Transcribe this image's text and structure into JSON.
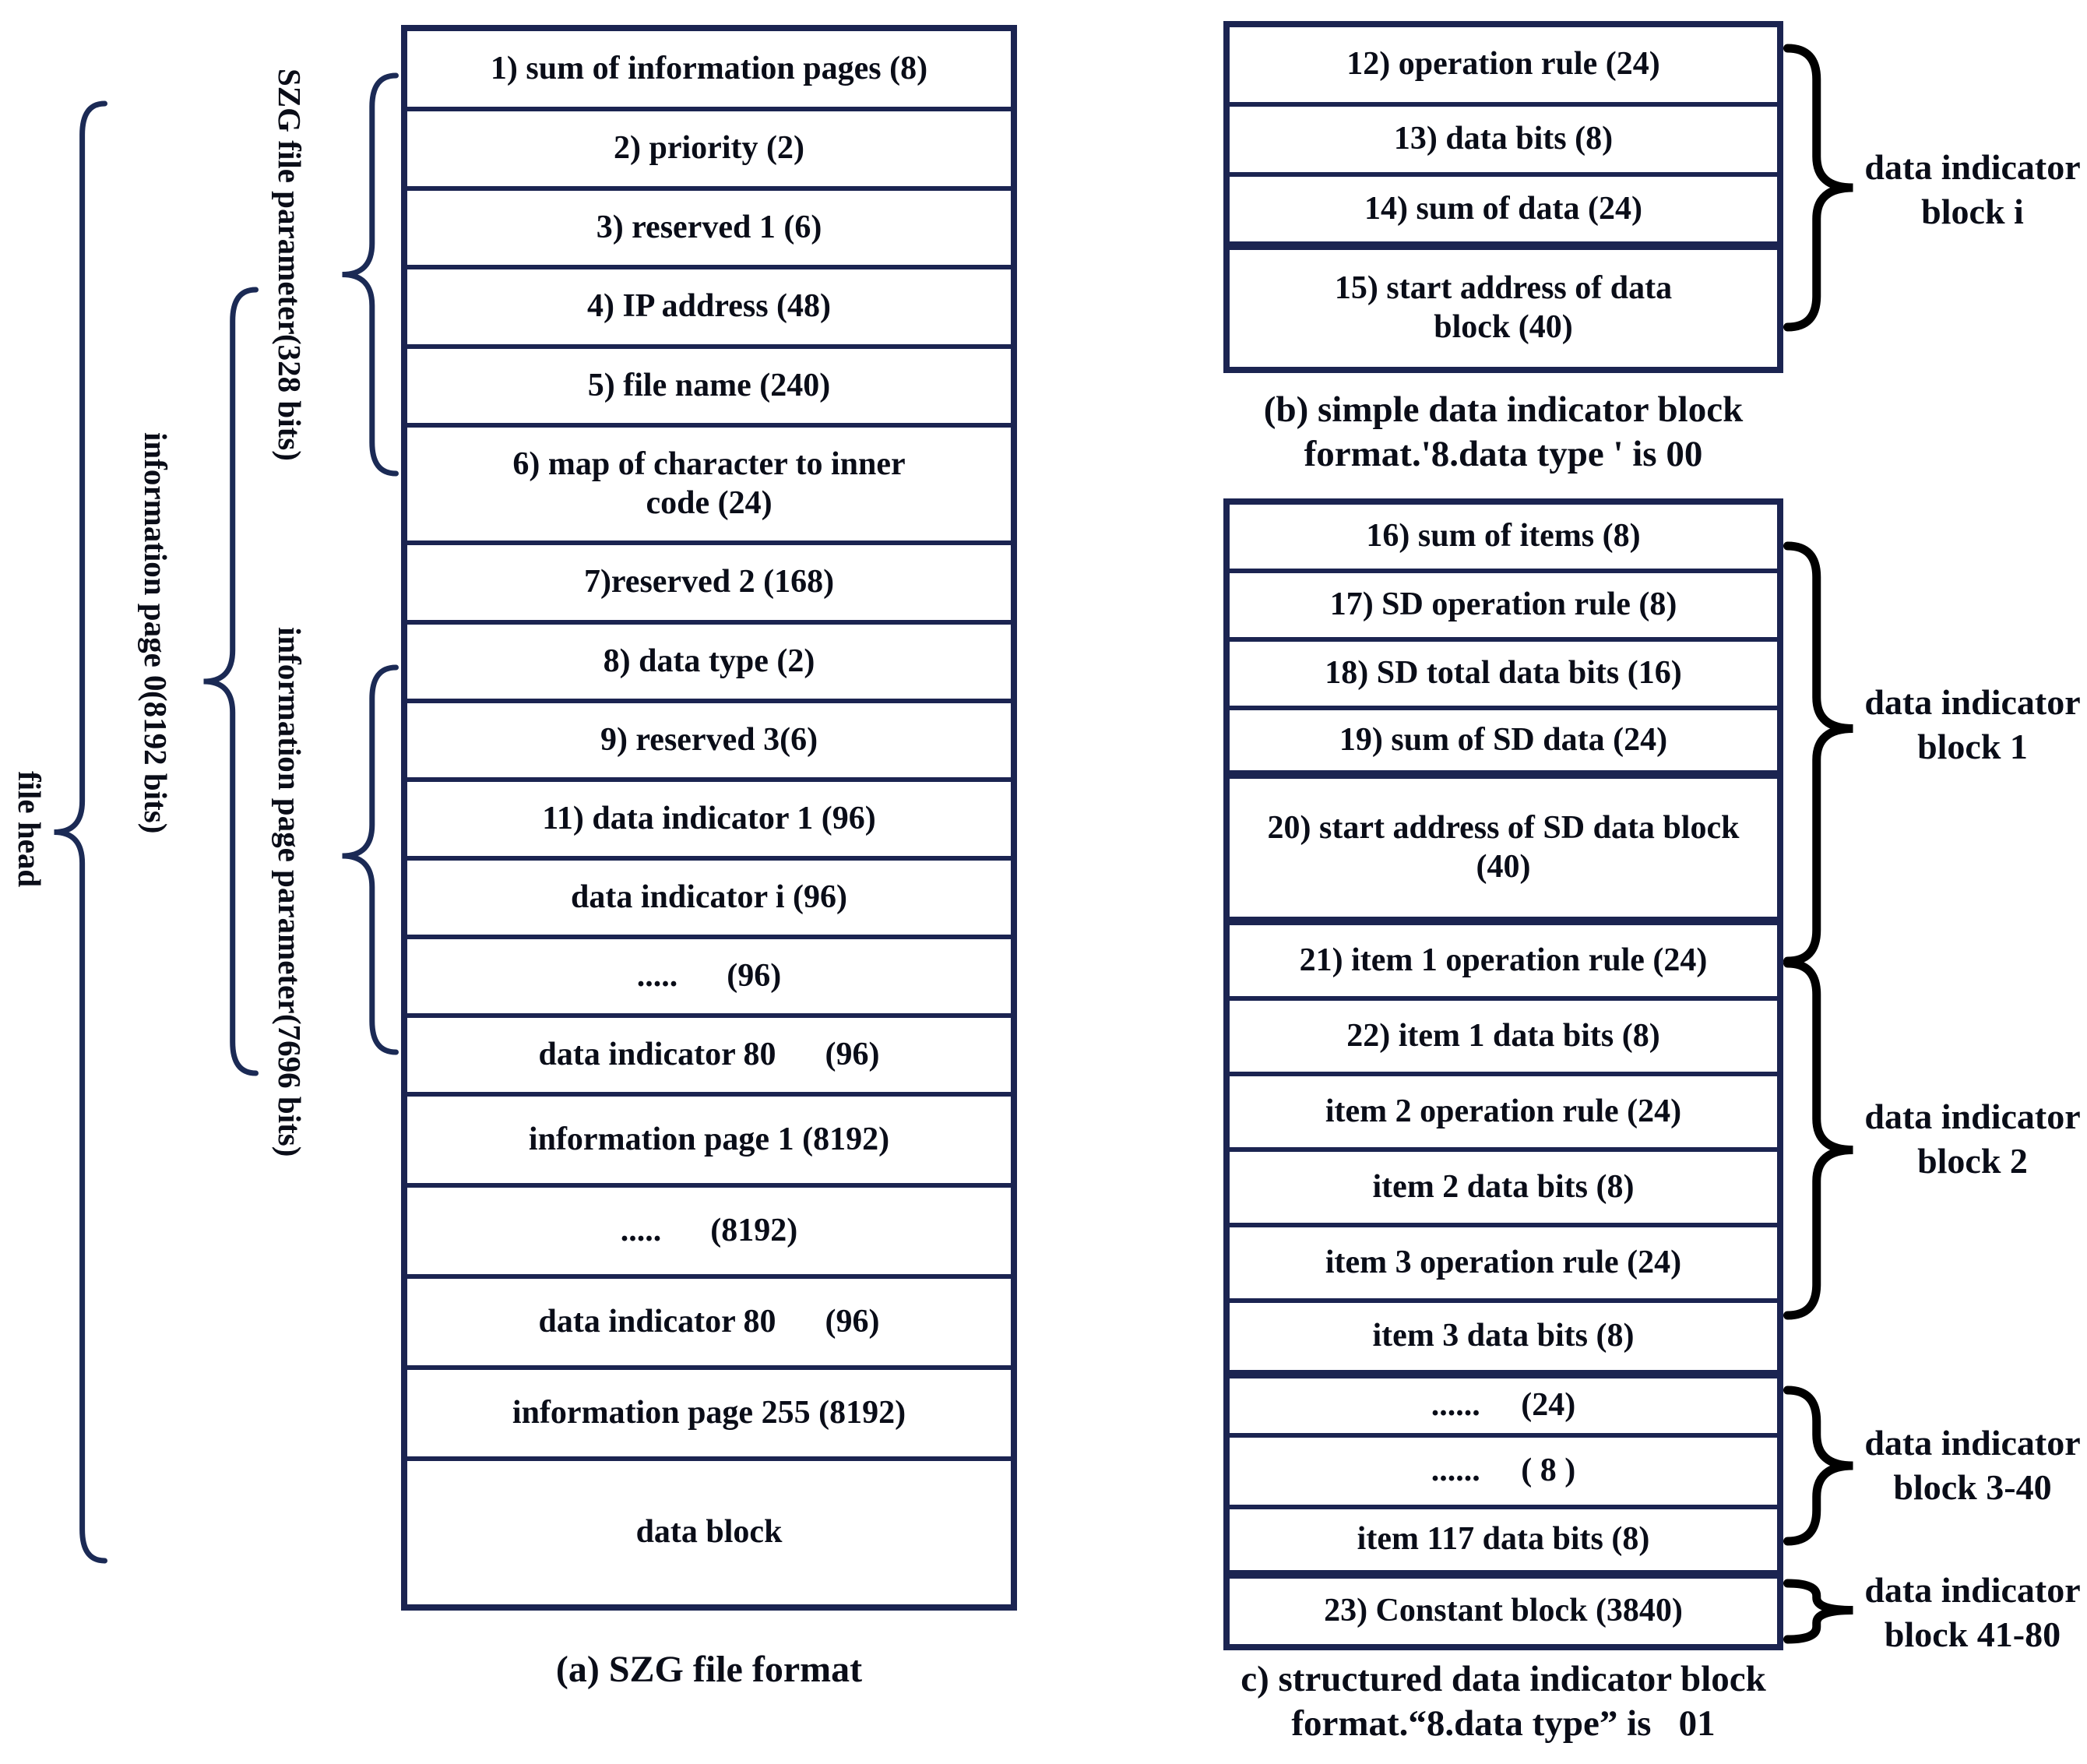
{
  "colors": {
    "background": "#ffffff",
    "table_border": "#1b2451",
    "text": "#0a0d18",
    "brace_left": "#1b2a55",
    "brace_right": "#000000"
  },
  "table_a": {
    "caption": "(a) SZG file format",
    "rows": [
      "1) sum of information pages (8)",
      "2) priority (2)",
      "3) reserved 1 (6)",
      "4) IP address (48)",
      "5) file name (240)",
      "6) map of character to inner code (24)",
      "7)reserved 2 (168)",
      "8) data type (2)",
      "9) reserved 3(6)",
      "11) data indicator 1 (96)",
      "data indicator i (96)",
      ".....      (96)",
      "data indicator 80      (96)",
      "information page 1 (8192)",
      ".....      (8192)",
      "data indicator 80      (96)",
      "information page 255 (8192)",
      "data block"
    ]
  },
  "table_b": {
    "caption_line1": "(b) simple data indicator block",
    "caption_line2": "format.'8.data type ' is 00",
    "rows": [
      "12) operation rule (24)",
      "13) data bits (8)",
      "14) sum of data (24)",
      "15) start address of data block (40)"
    ]
  },
  "table_c": {
    "caption_line1": "c) structured data indicator block",
    "caption_line2": "format.“8.data type” is   01",
    "rows": [
      "16) sum of items (8)",
      "17) SD operation rule (8)",
      "18) SD total data bits (16)",
      "19) sum of SD data (24)",
      "20) start address of SD data block (40)",
      "21) item 1 operation rule (24)",
      "22) item 1 data bits (8)",
      "item 2 operation rule (24)",
      "item 2 data bits (8)",
      "item 3 operation rule (24)",
      "item 3 data bits (8)",
      "......     (24)",
      "......     ( 8 )",
      "item 117 data bits (8)",
      "23) Constant block (3840)"
    ]
  },
  "left_labels": {
    "szg_param": {
      "line1": "SZG file parameter",
      "line2": "(328 bits)"
    },
    "info_page0": {
      "line1": "information page 0",
      "line2": "(8192 bits)"
    },
    "info_param": {
      "line1": "information page parameter",
      "line2": "(7696 bits)"
    },
    "file_head": {
      "line1": "file head"
    }
  },
  "right_labels": {
    "block_i": {
      "line1": "data indicator",
      "line2": "block i"
    },
    "block_1": {
      "line1": "data indicator",
      "line2": "block 1"
    },
    "block_2": {
      "line1": "data indicator",
      "line2": "block 2"
    },
    "block_3_40": {
      "line1": "data indicator",
      "line2": "block 3-40"
    },
    "block_41_80": {
      "line1": "data indicator",
      "line2": "block 41-80"
    }
  }
}
